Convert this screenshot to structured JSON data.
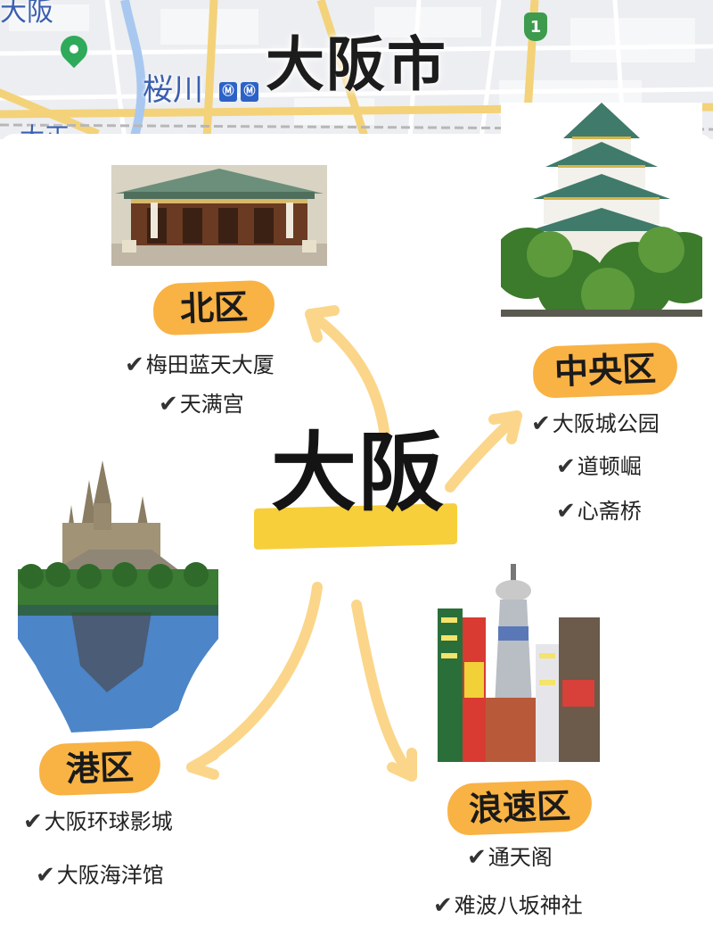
{
  "map": {
    "title": "大阪市",
    "label_sakuragawa": "桜川",
    "label_top": "大阪",
    "label_bottom": "大正",
    "route_number": "1"
  },
  "center": {
    "title": "大阪"
  },
  "districts": {
    "kita": {
      "name": "北区",
      "spots": [
        "梅田蓝天大厦",
        "天满宫"
      ]
    },
    "chuo": {
      "name": "中央区",
      "spots": [
        "大阪城公园",
        "道顿崛",
        "心斋桥"
      ]
    },
    "minato": {
      "name": "港区",
      "spots": [
        "大阪环球影城",
        "大阪海洋馆"
      ]
    },
    "naniwa": {
      "name": "浪速区",
      "spots": [
        "通天阁",
        "难波八坂神社"
      ]
    }
  },
  "check_mark": "✔",
  "colors": {
    "label_orange": "#f9b244",
    "highlight_yellow": "#f7cf3a",
    "arrow_light": "#fbd68a",
    "map_blue": "#3a5fb0",
    "map_road_yellow": "#f3d27a"
  },
  "icons": {
    "map_pin": "map-pin-icon",
    "metro": "metro-icon",
    "check": "check-icon"
  }
}
